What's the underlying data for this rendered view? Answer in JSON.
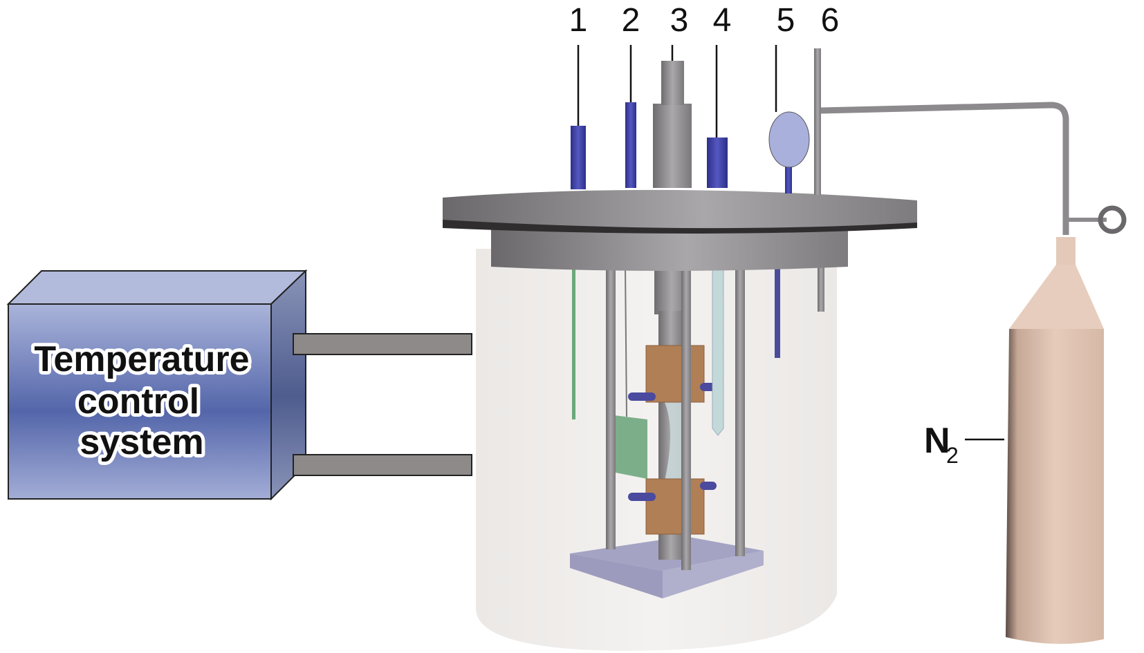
{
  "diagram": {
    "type": "experimental-apparatus",
    "components": {
      "temperature_control": {
        "label_lines": [
          "Temperature",
          "control",
          "system"
        ]
      },
      "gas_cylinder": {
        "label_main": "N",
        "label_sub": "2"
      },
      "port_labels": [
        "1",
        "2",
        "3",
        "4",
        "5",
        "6"
      ]
    },
    "colors": {
      "box_front_light": "#a7b2d8",
      "box_front_dark": "#5468a8",
      "box_top": "#b3bbdc",
      "box_side": "#7a86b0",
      "steel": "#8c8a8c",
      "steel_light": "#a8a6a8",
      "probe_blue": "#3a3fa0",
      "vessel_fill": "#f0eeec",
      "clamp_brown": "#b07f56",
      "electrode_green": "#78b08a",
      "base_plate": "#a09fc0",
      "cylinder_tan": "#e2c4b4"
    }
  }
}
